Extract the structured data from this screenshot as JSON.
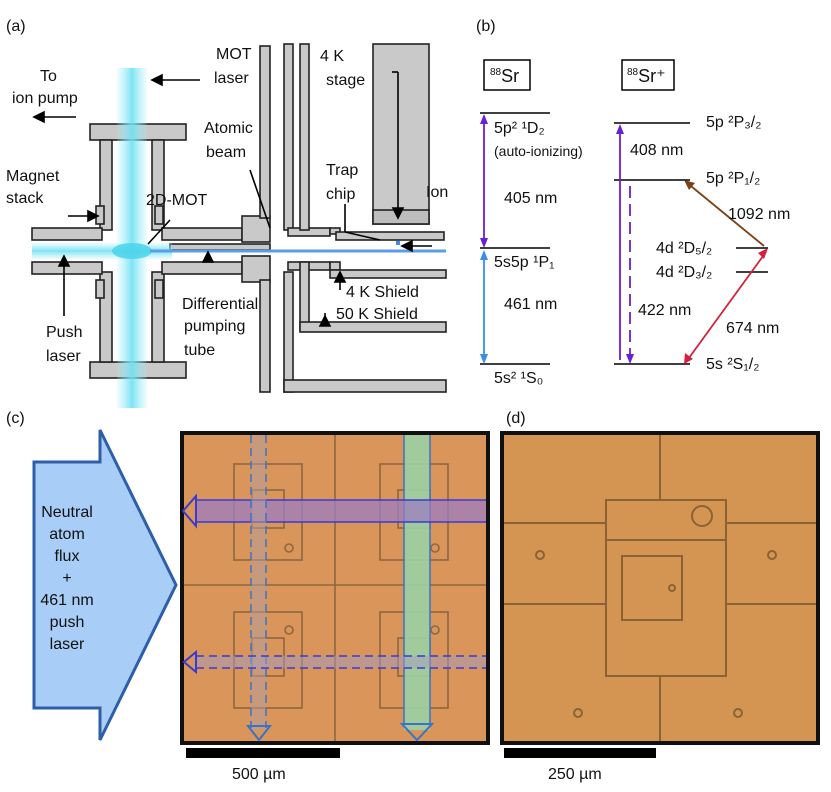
{
  "panel_a": {
    "panel_label": "(a)",
    "to_ion_pump": [
      "To",
      "ion pump"
    ],
    "mot_laser": [
      "MOT",
      "laser"
    ],
    "four_k_stage": [
      "4 K",
      "stage"
    ],
    "atomic_beam": [
      "Atomic",
      "beam"
    ],
    "trap_chip": [
      "Trap",
      "chip"
    ],
    "ion": "Ion",
    "magnet_stack": [
      "Magnet",
      "stack"
    ],
    "two_d_mot": "2D-MOT",
    "four_k_shield": "4 K Shield",
    "fifty_k_shield": "50 K Shield",
    "push_laser": [
      "Push",
      "laser"
    ],
    "differential_pumping_tube": [
      "Differential",
      "pumping",
      "tube"
    ]
  },
  "panel_b": {
    "panel_label": "(b)",
    "sr_box": {
      "sup": "88",
      "main": "Sr"
    },
    "srplus_box": {
      "sup": "88",
      "main": "Sr⁺"
    },
    "level_1d2": "5p² ¹D₂",
    "auto_ionizing": "(auto-ionizing)",
    "level_1p1": "5s5p ¹P₁",
    "level_1s0": "5s² ¹S₀",
    "level_2p32": "5p ²P₃/₂",
    "level_2p12": "5p ²P₁/₂",
    "level_2d52": "4d ²D₅/₂",
    "level_2d32": "4d ²D₃/₂",
    "level_2s12": "5s ²S₁/₂",
    "wl_405": "405 nm",
    "wl_461": "461 nm",
    "wl_408": "408 nm",
    "wl_1092": "1092 nm",
    "wl_422": "422 nm",
    "wl_674": "674 nm"
  },
  "panel_c": {
    "panel_label": "(c)",
    "arrow_lines": [
      "Neutral",
      "atom",
      "flux",
      "+",
      "461 nm",
      "push",
      "laser"
    ],
    "scale_label": "500 µm"
  },
  "panel_d": {
    "panel_label": "(d)",
    "scale_label": "250 µm"
  },
  "colors": {
    "laser_cyan": "#7fe3f2",
    "beam_blue": "#2a78d8",
    "violet": "#6a1fd0",
    "light_blue": "#3a8ee8",
    "brown": "#7a4216",
    "red": "#d4203c",
    "chip_orange": "#d59552",
    "arrow_fill": "#a8cdf6",
    "arrow_stroke": "#2e5ea8",
    "green_beam": "#9bd0a4"
  }
}
